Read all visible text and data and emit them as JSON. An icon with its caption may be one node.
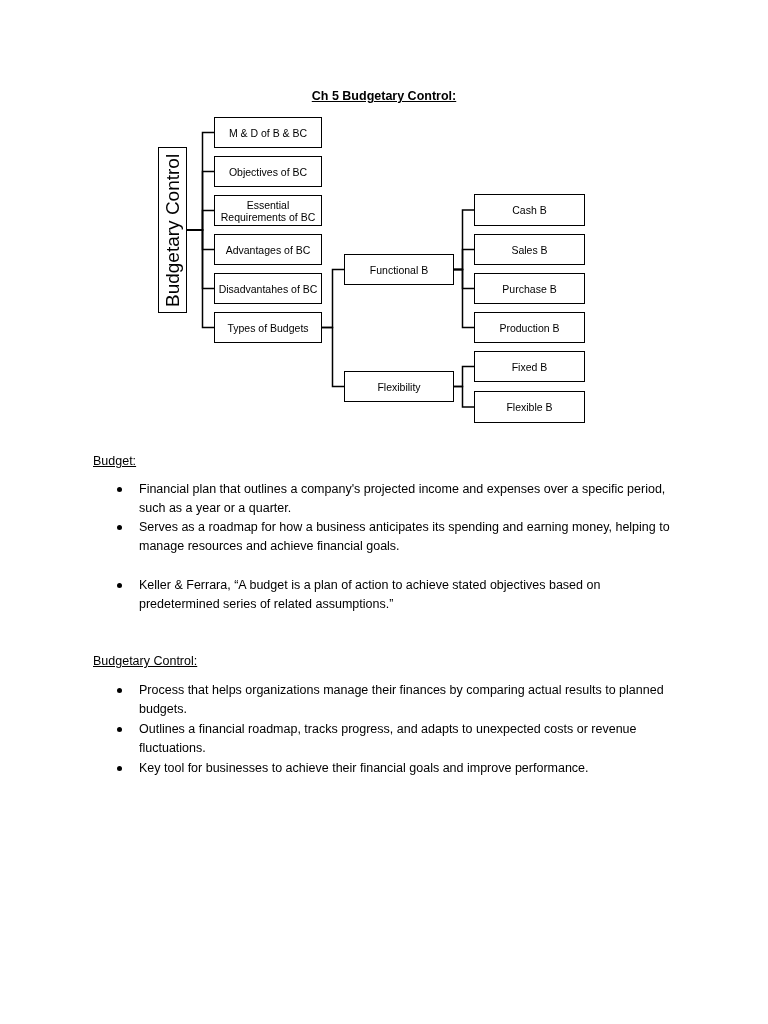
{
  "diagram": {
    "title": "Ch 5 Budgetary Control:",
    "nodes": [
      {
        "text": [
          "Budgetary Control"
        ]
      },
      {
        "text": [
          "M & D of B & BC"
        ]
      },
      {
        "text": [
          "Objectives of BC"
        ]
      },
      {
        "text": [
          "Essential Requirements of BC"
        ]
      },
      {
        "text": [
          "Advantages of BC"
        ]
      },
      {
        "text": [
          "Disadvantahes of BC"
        ]
      },
      {
        "text": [
          "Types of Budgets"
        ]
      },
      {
        "text": [
          "Functional B"
        ]
      },
      {
        "text": [
          "Flexibility"
        ]
      },
      {
        "text": [
          "Cash B"
        ]
      },
      {
        "text": [
          "Sales B"
        ]
      },
      {
        "text": [
          "Purchase B"
        ]
      },
      {
        "text": [
          "Production B"
        ]
      },
      {
        "text": [
          "Fixed B"
        ]
      },
      {
        "text": [
          "Flexible B"
        ]
      }
    ],
    "edges": [
      {
        "from": 0,
        "to": 1,
        "arrow": "none"
      },
      {
        "from": 0,
        "to": 2,
        "arrow": "none"
      },
      {
        "from": 0,
        "to": 3,
        "arrow": "none"
      },
      {
        "from": 0,
        "to": 4,
        "arrow": "none"
      },
      {
        "from": 0,
        "to": 5,
        "arrow": "none"
      },
      {
        "from": 0,
        "to": 6,
        "arrow": "none"
      },
      {
        "from": 6,
        "to": 7,
        "arrow": "none"
      },
      {
        "from": 6,
        "to": 8,
        "arrow": "none"
      },
      {
        "from": 7,
        "to": 9,
        "arrow": "none"
      },
      {
        "from": 7,
        "to": 10,
        "arrow": "none"
      },
      {
        "from": 7,
        "to": 11,
        "arrow": "none"
      },
      {
        "from": 7,
        "to": 12,
        "arrow": "none"
      },
      {
        "from": 8,
        "to": 13,
        "arrow": "none"
      },
      {
        "from": 8,
        "to": 14,
        "arrow": "none"
      }
    ],
    "labels": [
      "Budget:",
      "Financial plan that outlines a company's projected income and expenses over a specific period, such as a year or a quarter.",
      "Serves as a roadmap for how a business anticipates its spending and earning money, helping to manage resources and achieve financial goals.",
      "Keller & Ferrara, “A budget is a plan of action to achieve stated objectives based on predetermined series of related assumptions.”",
      "Budgetary Control:",
      "Process that helps organizations manage their finances by comparing actual results to planned budgets.",
      "Outlines a financial roadmap, tracks progress, and adapts to unexpected costs or revenue fluctuations.",
      "Key tool for businesses to achieve their financial goals and improve performance."
    ]
  }
}
